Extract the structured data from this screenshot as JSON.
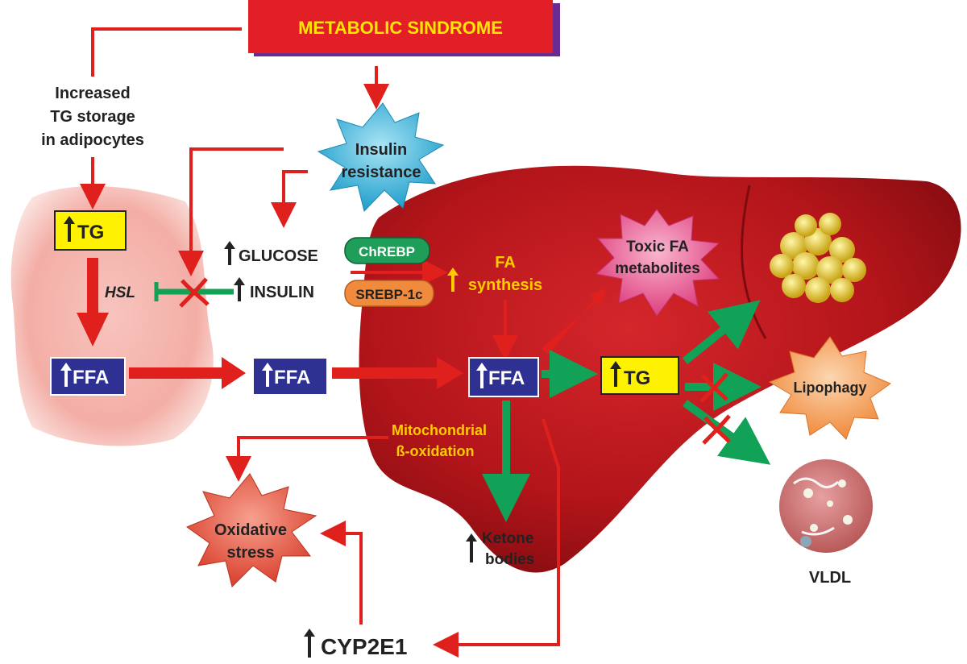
{
  "title": "METABOLIC SINDROME",
  "labels": {
    "adipocytes_line1": "Increased",
    "adipocytes_line2": "TG storage",
    "adipocytes_line3": "in adipocytes",
    "adipo_tg": "TG",
    "hsl": "HSL",
    "adipo_ffa": "FFA",
    "mid_ffa": "FFA",
    "liver_ffa": "FFA",
    "liver_tg": "TG",
    "insulin_resistance_line1": "Insulin",
    "insulin_resistance_line2": "resistance",
    "glucose": "GLUCOSE",
    "insulin": "INSULIN",
    "chrebp": "ChREBP",
    "srebp": "SREBP-1c",
    "fa_synthesis_line1": "FA",
    "fa_synthesis_line2": "synthesis",
    "toxic_line1": "Toxic FA",
    "toxic_line2": "metabolites",
    "lipophagy": "Lipophagy",
    "vldl": "VLDL",
    "mito_line1": "Mitochondrial",
    "mito_line2": "ß-oxidation",
    "oxidative_line1": "Oxidative",
    "oxidative_line2": "stress",
    "ketone_line1": "Ketone",
    "ketone_line2": "bodies",
    "cyp2e1": "CYP2E1"
  },
  "colors": {
    "red_arrow": "#e0201c",
    "green_arrow": "#11a157",
    "liver": "#b3151a",
    "title_bg": "#e21f26",
    "title_text": "#ffe600",
    "yellow_box": "#fff200",
    "blue_box": "#2e3192",
    "highlight_text": "#ffcc00",
    "insulin_star": "#39b5d9",
    "toxic_star": "#e8578f",
    "lipophagy_star": "#f6a25c",
    "oxidative_star": "#e65a45",
    "chrebp_box": "#1f9e5a",
    "srebp_box": "#f08a3c"
  }
}
